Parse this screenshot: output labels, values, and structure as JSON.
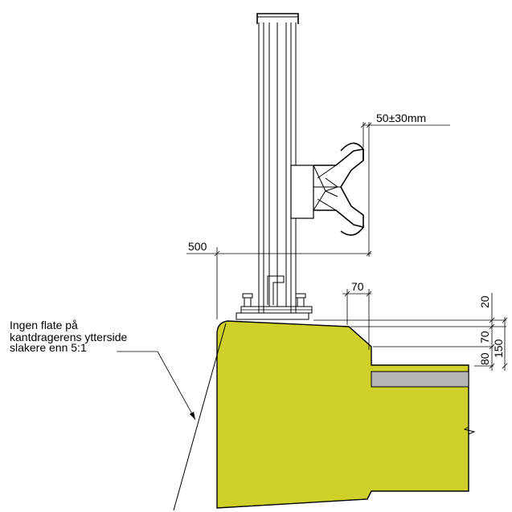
{
  "dimensions": {
    "clearance": "50±30mm",
    "overhang": "500",
    "chamfer_width": "70",
    "top_step": "20",
    "chamfer_height": "70",
    "deck_step": "80",
    "total_height": "150"
  },
  "note": {
    "line1": "Ingen flate på",
    "line2": "kantdragerens ytterside",
    "line3": "slakere enn 5:1"
  },
  "colors": {
    "concrete": "#cfd12a",
    "deck_layer": "#b5b5b5",
    "line": "#000000"
  }
}
